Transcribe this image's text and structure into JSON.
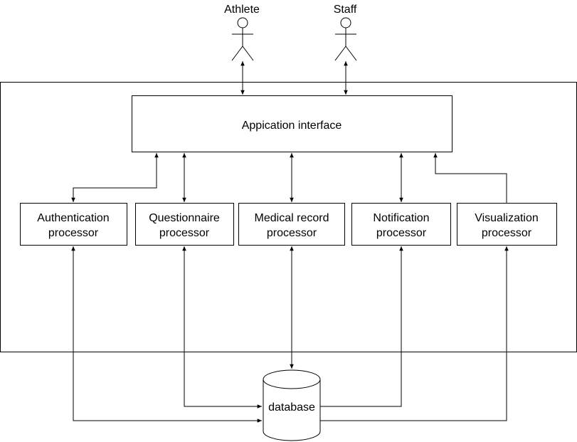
{
  "actors": [
    {
      "id": "athlete",
      "label": "Athlete"
    },
    {
      "id": "staff",
      "label": "Staff"
    }
  ],
  "interface": {
    "label": "Appication interface"
  },
  "processors": [
    {
      "id": "authentication",
      "line1": "Authentication",
      "line2": "processor"
    },
    {
      "id": "questionnaire",
      "line1": "Questionnaire",
      "line2": "processor"
    },
    {
      "id": "medical-record",
      "line1": "Medical record",
      "line2": "processor"
    },
    {
      "id": "notification",
      "line1": "Notification",
      "line2": "processor"
    },
    {
      "id": "visualization",
      "line1": "Visualization",
      "line2": "processor"
    }
  ],
  "database": {
    "label": "database"
  },
  "colors": {
    "stroke": "#000000",
    "fill": "#ffffff"
  }
}
